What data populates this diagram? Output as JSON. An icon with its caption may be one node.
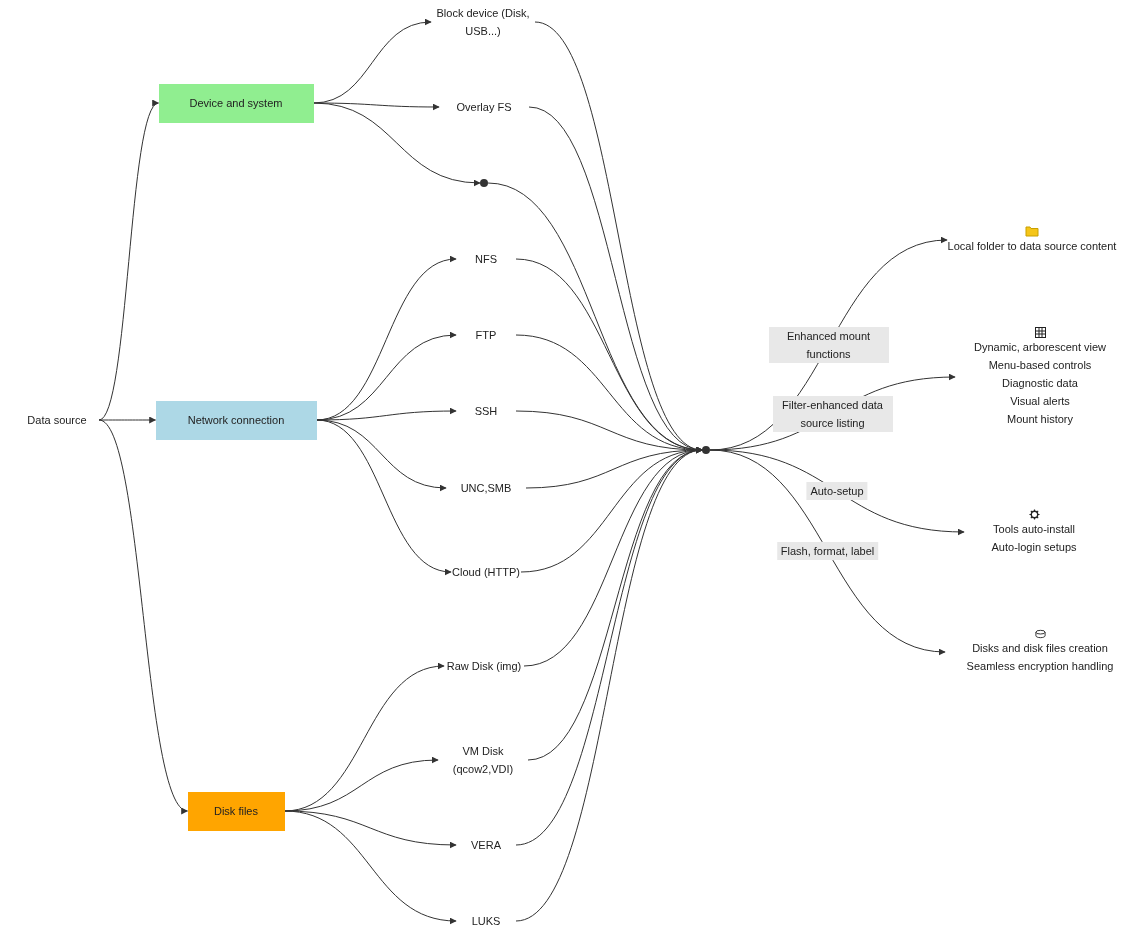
{
  "diagram": {
    "nodes": [
      {
        "text": [
          "Data source"
        ]
      },
      {
        "text": [
          "Device and system"
        ]
      },
      {
        "text": [
          "Network connection"
        ]
      },
      {
        "text": [
          "Disk files"
        ]
      },
      {
        "text": [
          "Block device (Disk, USB...)"
        ]
      },
      {
        "text": [
          "Overlay FS"
        ]
      },
      {
        "text": [],
        "shape": "circle"
      },
      {
        "text": [
          "NFS"
        ]
      },
      {
        "text": [
          "FTP"
        ]
      },
      {
        "text": [
          "SSH"
        ]
      },
      {
        "text": [
          "UNC,SMB"
        ]
      },
      {
        "text": [
          "Cloud (HTTP)"
        ]
      },
      {
        "text": [
          "Raw Disk (img)"
        ]
      },
      {
        "text": [
          "VM Disk (qcow2,VDI)"
        ]
      },
      {
        "text": [
          "VERA"
        ]
      },
      {
        "text": [
          "LUKS"
        ]
      },
      {
        "text": [],
        "shape": "circle"
      },
      {
        "text": [
          "Local folder to data source content"
        ]
      },
      {
        "text": [
          "Dynamic, arborescent view",
          "Menu-based controls",
          "Diagnostic data",
          "Visual alerts",
          "Mount history"
        ]
      },
      {
        "text": [
          "Tools auto-install",
          "Auto-login setups"
        ]
      },
      {
        "text": [
          "Disks and disk files creation",
          "Seamless encryption handling"
        ]
      }
    ],
    "edges": [
      {
        "from": 0,
        "to": 1,
        "arrow": "to"
      },
      {
        "from": 0,
        "to": 2,
        "arrow": "to"
      },
      {
        "from": 0,
        "to": 3,
        "arrow": "to"
      },
      {
        "from": 1,
        "to": 4,
        "arrow": "to"
      },
      {
        "from": 1,
        "to": 5,
        "arrow": "to"
      },
      {
        "from": 1,
        "to": 6,
        "arrow": "to"
      },
      {
        "from": 2,
        "to": 7,
        "arrow": "to"
      },
      {
        "from": 2,
        "to": 8,
        "arrow": "to"
      },
      {
        "from": 2,
        "to": 9,
        "arrow": "to"
      },
      {
        "from": 2,
        "to": 10,
        "arrow": "to"
      },
      {
        "from": 2,
        "to": 11,
        "arrow": "to"
      },
      {
        "from": 3,
        "to": 12,
        "arrow": "to"
      },
      {
        "from": 3,
        "to": 13,
        "arrow": "to"
      },
      {
        "from": 3,
        "to": 14,
        "arrow": "to"
      },
      {
        "from": 3,
        "to": 15,
        "arrow": "to"
      },
      {
        "from": 4,
        "to": 16,
        "arrow": "to"
      },
      {
        "from": 5,
        "to": 16,
        "arrow": "to"
      },
      {
        "from": 6,
        "to": 16,
        "arrow": "to"
      },
      {
        "from": 7,
        "to": 16,
        "arrow": "to"
      },
      {
        "from": 8,
        "to": 16,
        "arrow": "to"
      },
      {
        "from": 9,
        "to": 16,
        "arrow": "to"
      },
      {
        "from": 10,
        "to": 16,
        "arrow": "to"
      },
      {
        "from": 11,
        "to": 16,
        "arrow": "to"
      },
      {
        "from": 12,
        "to": 16,
        "arrow": "to"
      },
      {
        "from": 13,
        "to": 16,
        "arrow": "to"
      },
      {
        "from": 14,
        "to": 16,
        "arrow": "to"
      },
      {
        "from": 15,
        "to": 16,
        "arrow": "to"
      },
      {
        "from": 16,
        "to": 17,
        "arrow": "to",
        "label": "Enhanced mount functions"
      },
      {
        "from": 16,
        "to": 18,
        "arrow": "to",
        "label": "Filter-enhanced data source listing"
      },
      {
        "from": 16,
        "to": 19,
        "arrow": "to",
        "label": "Auto-setup"
      },
      {
        "from": 16,
        "to": 20,
        "arrow": "to",
        "label": "Flash, format, label"
      }
    ]
  }
}
